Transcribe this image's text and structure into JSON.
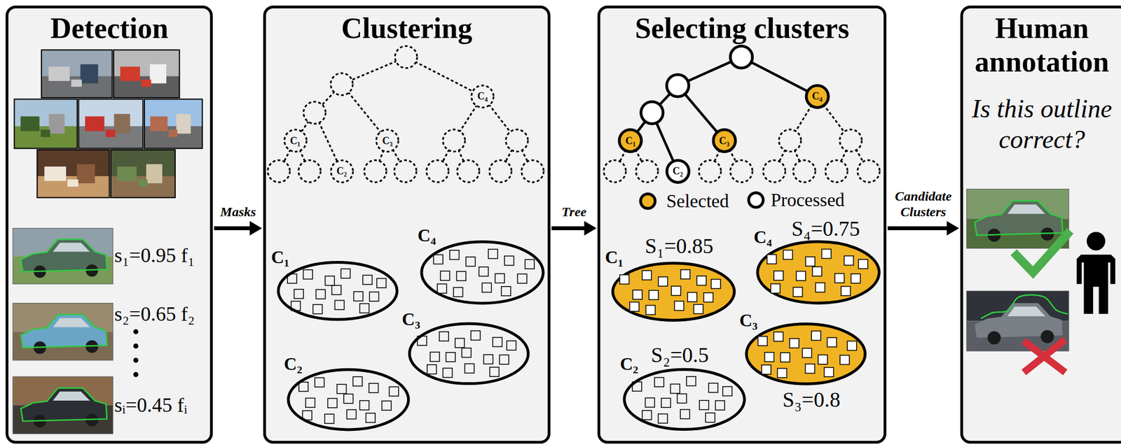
{
  "diagram": {
    "nodes": [
      {
        "text": [
          "Detection"
        ]
      },
      {
        "text": [
          "Clustering"
        ]
      },
      {
        "text": [
          "C₄"
        ],
        "in": 1
      },
      {
        "text": [
          "C₁"
        ],
        "in": 1
      },
      {
        "text": [
          "C₃"
        ],
        "in": 1
      },
      {
        "text": [
          "C₂"
        ],
        "in": 1
      },
      {
        "text": [
          "C₁"
        ],
        "in": 1
      },
      {
        "text": [
          "C₄"
        ],
        "in": 1
      },
      {
        "text": [
          "C₃"
        ],
        "in": 1
      },
      {
        "text": [
          "C₂"
        ],
        "in": 1
      },
      {
        "text": [
          "Selecting clusters"
        ]
      },
      {
        "text": [
          "C₄"
        ],
        "in": 10
      },
      {
        "text": [
          "C₁"
        ],
        "in": 10
      },
      {
        "text": [
          "C₃"
        ],
        "in": 10
      },
      {
        "text": [
          "C₂"
        ],
        "in": 10
      },
      {
        "text": [
          "C₁",
          "S₁=0.85"
        ],
        "in": 10
      },
      {
        "text": [
          "C₄",
          "S₄=0.75"
        ],
        "in": 10
      },
      {
        "text": [
          "C₃",
          "S₃=0.8"
        ],
        "in": 10
      },
      {
        "text": [
          "C₂",
          "S₂=0.5"
        ],
        "in": 10
      },
      {
        "text": [
          "Human annotation",
          "Is this outline correct?"
        ]
      }
    ],
    "edges": [
      {
        "from": 0,
        "to": 1,
        "arrow": "to",
        "label": "Masks"
      },
      {
        "from": 1,
        "to": 10,
        "arrow": "to",
        "label": "Tree"
      },
      {
        "from": 10,
        "to": 19,
        "arrow": "to",
        "label": "Candidate Clusters"
      }
    ],
    "labels": [
      "s₁=0.95 f₁",
      "s₂=0.65 f₂",
      "sᵢ=0.45 fᵢ"
    ],
    "legend": [
      {
        "text": "Selected",
        "color": "#F0B323"
      },
      {
        "text": "Processed"
      }
    ]
  }
}
